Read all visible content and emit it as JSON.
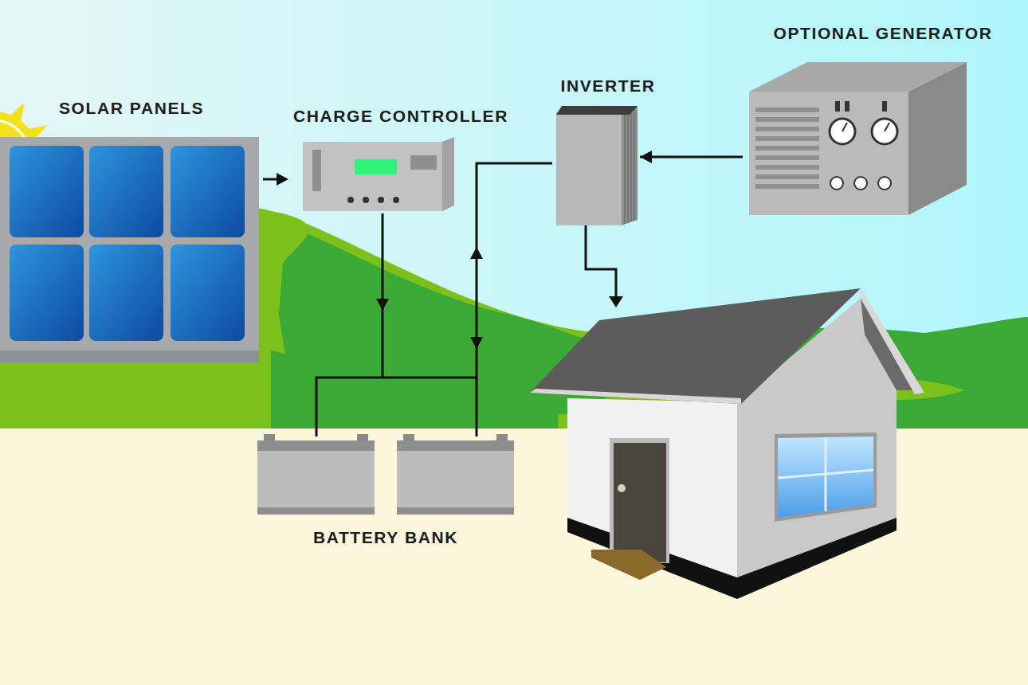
{
  "diagram": {
    "nodes": [
      {
        "text": [
          "SOLAR PANELS"
        ]
      },
      {
        "text": [
          "CHARGE CONTROLLER"
        ]
      },
      {
        "text": [
          "INVERTER"
        ]
      },
      {
        "text": [
          "OPTIONAL GENERATOR"
        ]
      },
      {
        "text": [
          "BATTERY BANK"
        ]
      }
    ],
    "edges": [
      {
        "from": 0,
        "to": 1,
        "arrow": "to"
      },
      {
        "from": 1,
        "to": 4,
        "arrow": "to"
      },
      {
        "from": 4,
        "to": 2,
        "arrow": "both"
      },
      {
        "from": 3,
        "to": 2,
        "arrow": "to"
      }
    ]
  }
}
